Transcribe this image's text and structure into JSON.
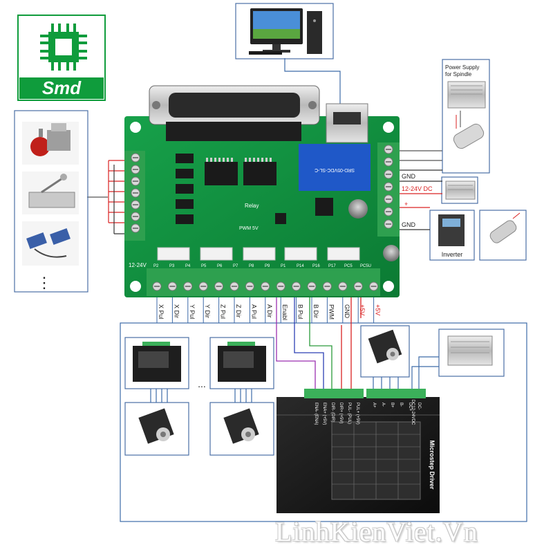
{
  "logo": {
    "text": "Smd",
    "color": "#0f9c3c"
  },
  "board": {
    "port_labels": [
      "P2",
      "P3",
      "P4",
      "P5",
      "P6",
      "P7",
      "P8",
      "P9",
      "P1",
      "P14",
      "P16",
      "P17",
      "PC5",
      "PC5U"
    ],
    "relay_label": "Relay",
    "pwm_label": "PWM 5V",
    "voltage_label": "12-24V",
    "relay_model": "SRD-05VDC-SL-C",
    "connector_labels": [
      "GND",
      "12-24V DC",
      "+",
      "GND"
    ]
  },
  "terminal_labels": [
    "X Pul",
    "X Dir",
    "Y Pul",
    "Y Dir",
    "Z Pul",
    "Z Dir",
    "A Pul",
    "A Dir",
    "Enabl",
    "B Pul",
    "B Dir",
    "PWM",
    "GND",
    "+5V",
    "+5V"
  ],
  "spindle_supply_label": "Power Supply for Spindle",
  "inverter_label": "Inverter",
  "ellipsis_vertical": "⋮",
  "ellipsis_horizontal": "...",
  "driver": {
    "title": "Microstep Driver",
    "voltage": "DC12-24VDC",
    "top_pins": [
      "ENA- (ENA)",
      "ENA+ (+5V)",
      "DIR- (DIR)",
      "DIR+ (+5V)",
      "PUL- (PUL)",
      "PUL+ (+5V)"
    ],
    "motor_pins": [
      "A+",
      "A-",
      "B+",
      "B-",
      "DC+",
      "DC-"
    ]
  },
  "colors": {
    "wire_red": "#d92020",
    "wire_purple": "#9b2fb0",
    "wire_blue": "#2b3fb3",
    "wire_green": "#2a9a3a",
    "wire_line": "#3c6aa8",
    "pcb": "#0f8a3a"
  },
  "watermark": "LinhKienViet.Vn"
}
